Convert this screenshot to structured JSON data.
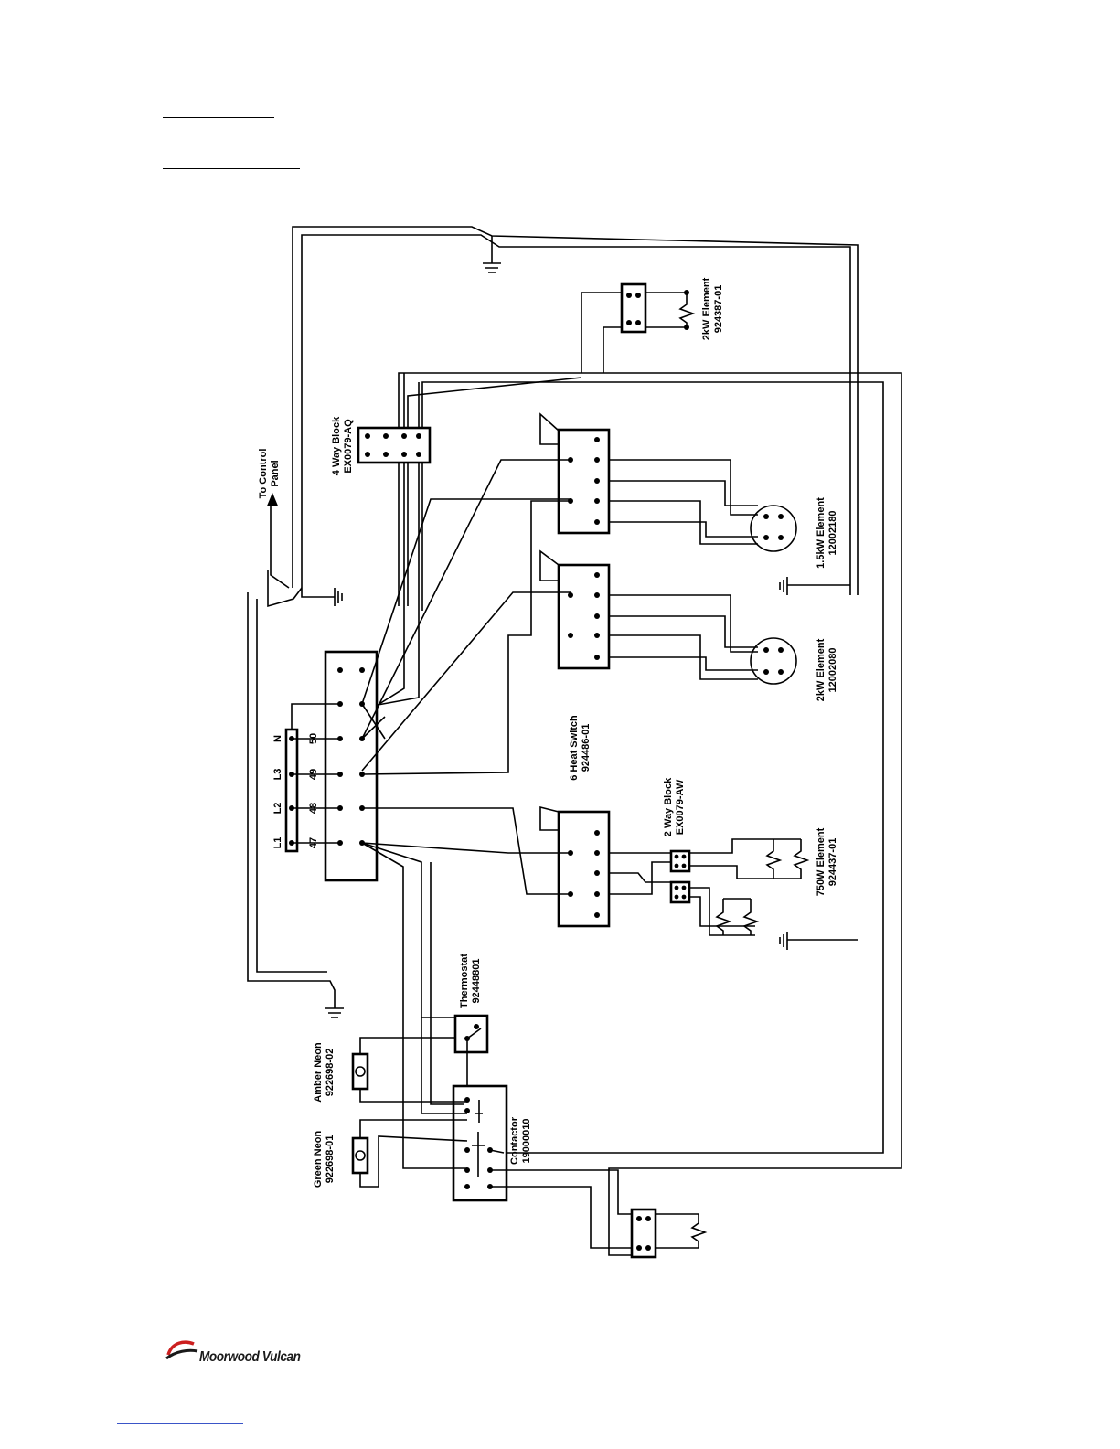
{
  "diagram": {
    "components": {
      "four_way_block": [
        "4 Way Block",
        "EX0079-AQ"
      ],
      "control_panel": [
        "To Control",
        "Panel"
      ],
      "heat_switch": [
        "6 Heat Switch",
        "924486-01"
      ],
      "two_way_block": [
        "2 Way Block",
        "EX0079-AW"
      ],
      "element_750w": [
        "750W Element",
        "924437-01"
      ],
      "element_2kw_top": [
        "2kW Element",
        "924387-01"
      ],
      "element_15kw": [
        "1.5kW Element",
        "12002180"
      ],
      "element_2kw_ring": [
        "2kW Element",
        "12002080"
      ],
      "thermostat": [
        "Thermostat",
        "92448801"
      ],
      "contactor": [
        "Contactor",
        "19000010"
      ],
      "amber_neon": [
        "Amber Neon",
        "922698-02"
      ],
      "green_neon": [
        "Green Neon",
        "922698-01"
      ]
    },
    "terminal_labels": {
      "supply": [
        "L1",
        "L2",
        "L3",
        "N"
      ],
      "supply_wires": [
        "47",
        "48",
        "49",
        "50"
      ]
    }
  },
  "logo": {
    "text": "Moorwood Vulcan",
    "accent_color": "#cc1f1f"
  }
}
